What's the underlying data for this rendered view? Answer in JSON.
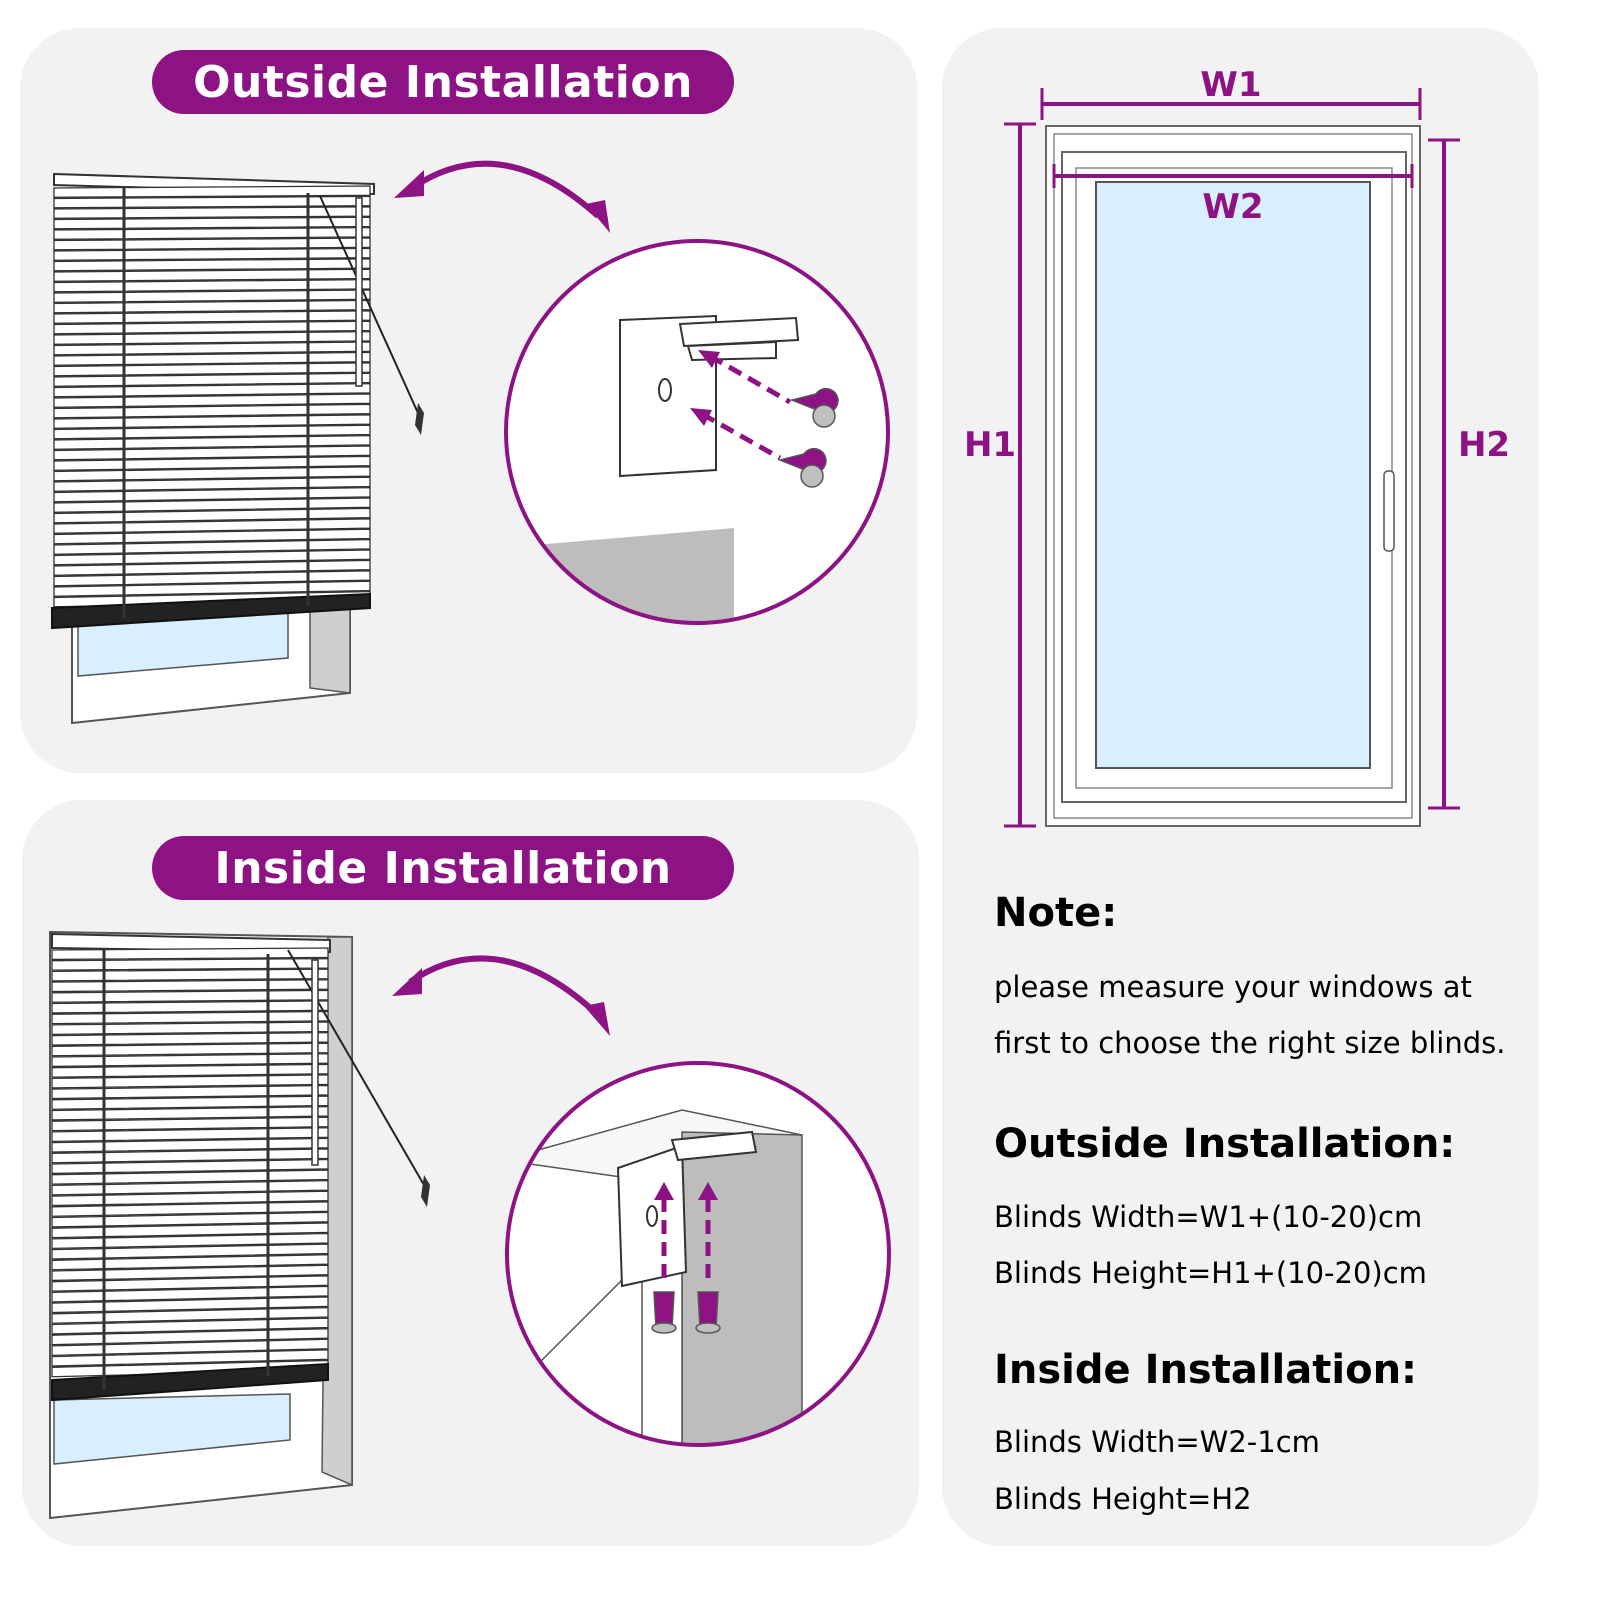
{
  "colors": {
    "accent": "#8d1283",
    "panel": "#f2f2f2",
    "glass": "#d8efff"
  },
  "outside_panel": {
    "title": "Outside Installation"
  },
  "inside_panel": {
    "title": "Inside Installation"
  },
  "window_diagram": {
    "w1": "W1",
    "w2": "W2",
    "h1": "H1",
    "h2": "H2"
  },
  "notes": {
    "note_title": "Note:",
    "note_line1": "please measure your windows at",
    "note_line2": "first to choose the right size blinds.",
    "outside_title": "Outside Installation:",
    "outside_width": "Blinds Width=W1+(10-20)cm",
    "outside_height": "Blinds Height=H1+(10-20)cm",
    "inside_title": "Inside Installation:",
    "inside_width": "Blinds Width=W2-1cm",
    "inside_height": "Blinds Height=H2"
  }
}
